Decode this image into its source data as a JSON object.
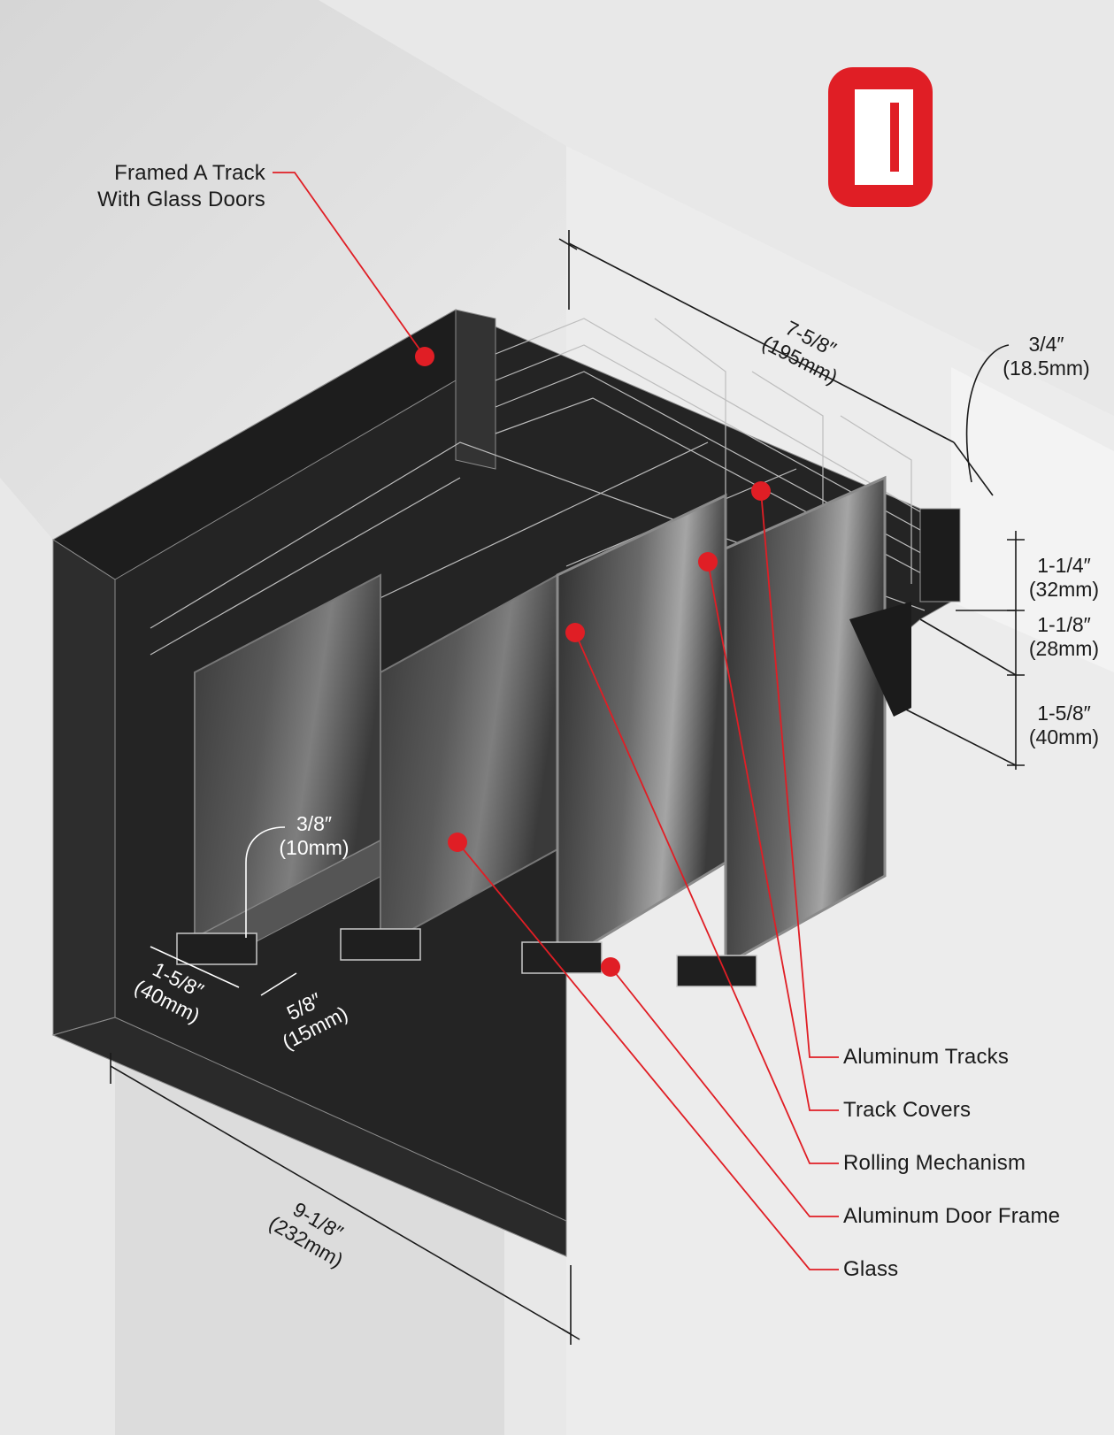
{
  "colors": {
    "accent": "#e01e25",
    "profile": "#262626",
    "profile_dark": "#141414",
    "glass": "#4a4a4a",
    "wall": "#e0e0e0",
    "text": "#1a1a1a"
  },
  "brand": {
    "logo_icon": "door-logo-icon"
  },
  "callouts": {
    "framed_track": {
      "line1": "Framed A Track",
      "line2": "With Glass Doors"
    },
    "aluminum_tracks": "Aluminum Tracks",
    "track_covers": "Track Covers",
    "rolling_mechanism": "Rolling Mechanism",
    "aluminum_door_frame": "Aluminum Door Frame",
    "glass": "Glass"
  },
  "dimensions": {
    "depth_top": {
      "imperial": "7-5/8″",
      "metric": "(195mm)"
    },
    "cover_width": {
      "imperial": "3/4″",
      "metric": "(18.5mm)"
    },
    "rail_1": {
      "imperial": "1-1/4″",
      "metric": "(32mm)"
    },
    "rail_2": {
      "imperial": "1-1/8″",
      "metric": "(28mm)"
    },
    "rail_3": {
      "imperial": "1-5/8″",
      "metric": "(40mm)"
    },
    "glass_thickness": {
      "imperial": "3/8″",
      "metric": "(10mm)"
    },
    "frame_depth": {
      "imperial": "1-5/8″",
      "metric": "(40mm)"
    },
    "frame_lip": {
      "imperial": "5/8″",
      "metric": "(15mm)"
    },
    "bottom_width": {
      "imperial": "9-1/8″",
      "metric": "(232mm)"
    }
  }
}
